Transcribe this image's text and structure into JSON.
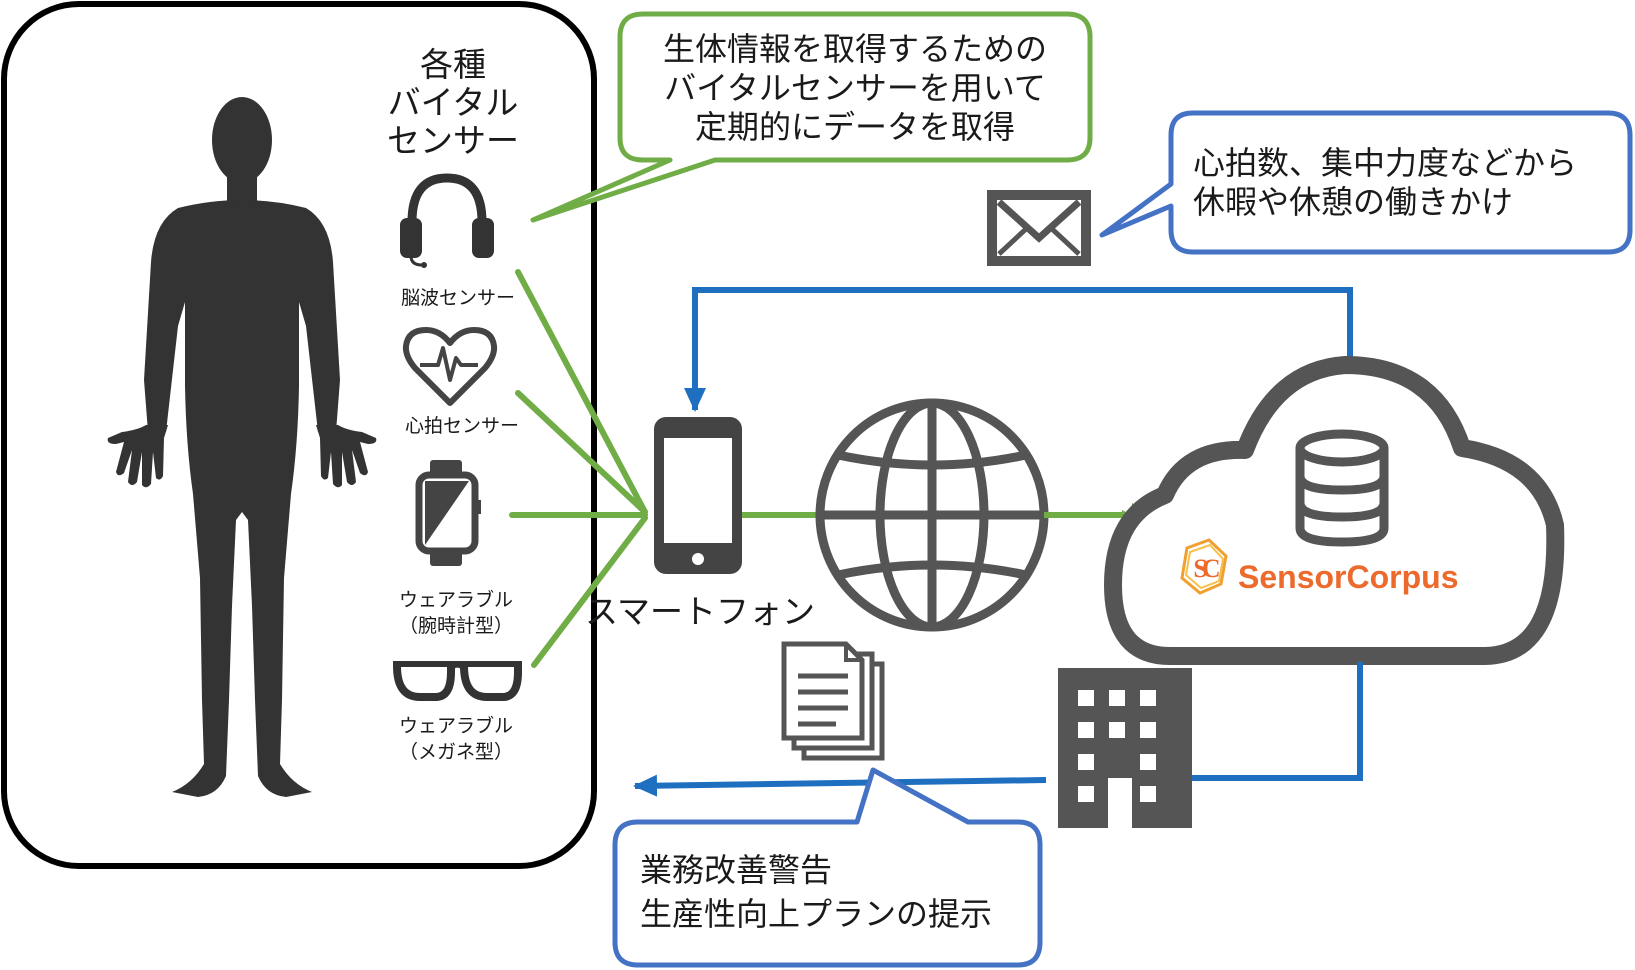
{
  "panel": {
    "title_lines": [
      "各種",
      "バイタル",
      "センサー"
    ]
  },
  "sensors": {
    "brainwave": {
      "label": "脳波センサー",
      "icon": "headset-icon"
    },
    "heartrate": {
      "label": "心拍センサー",
      "icon": "heart-pulse-icon"
    },
    "watch": {
      "label_lines": [
        "ウェアラブル",
        "（腕時計型）"
      ],
      "icon": "smartwatch-icon"
    },
    "glasses": {
      "label_lines": [
        "ウェアラブル",
        "（メガネ型）"
      ],
      "icon": "glasses-icon"
    }
  },
  "nodes": {
    "smartphone": {
      "label": "スマートフォン",
      "icon": "smartphone-icon"
    },
    "internet": {
      "icon": "globe-icon"
    },
    "cloud": {
      "icon": "cloud-icon",
      "logo_text": "SensorCorpus",
      "logo_mark": "SC"
    },
    "mail": {
      "icon": "envelope-icon"
    },
    "building": {
      "icon": "building-icon"
    },
    "documents": {
      "icon": "documents-icon"
    }
  },
  "callouts": {
    "acquisition": {
      "lines": [
        "生体情報を取得するための",
        "バイタルセンサーを用いて",
        "定期的にデータを取得"
      ]
    },
    "notification": {
      "lines": [
        "心拍数、集中力度などから",
        "休暇や休憩の働きかけ"
      ]
    },
    "report": {
      "lines": [
        "業務改善警告",
        "生産性向上プランの提示"
      ]
    }
  },
  "colors": {
    "green": "#70ad47",
    "blue": "#1f6fc0",
    "callout_blue": "#4472c4",
    "icon_gray": "#555555",
    "silhouette": "#333333",
    "logo_orange": "#ec6a2c"
  }
}
